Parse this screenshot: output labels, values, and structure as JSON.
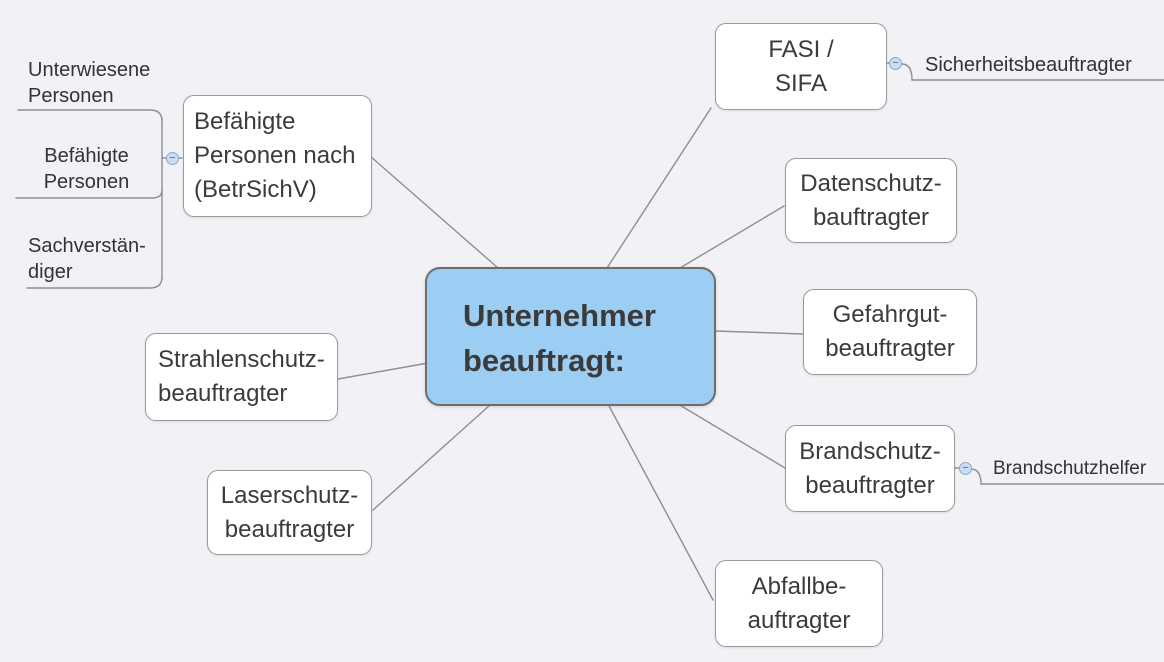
{
  "diagram": {
    "type": "mindmap",
    "center": {
      "lines": [
        "Unternehmer",
        "beauftragt:"
      ]
    },
    "topics": {
      "befaehigte": {
        "lines": [
          "Befähigte",
          "Personen nach",
          "(BetrSichV)"
        ]
      },
      "fasi": {
        "lines": [
          "FASI /",
          "SIFA"
        ]
      },
      "datenschutz": {
        "lines": [
          "Datenschutz-",
          "bauftragter"
        ]
      },
      "gefahrgut": {
        "lines": [
          "Gefahrgut-",
          "beauftragter"
        ]
      },
      "brandschutz": {
        "lines": [
          "Brandschutz-",
          "beauftragter"
        ]
      },
      "abfall": {
        "lines": [
          "Abfallbe-",
          "auftragter"
        ]
      },
      "laserschutz": {
        "lines": [
          "Laserschutz-",
          "beauftragter"
        ]
      },
      "strahlenschutz": {
        "lines": [
          "Strahlenschutz-",
          "beauftragter"
        ]
      }
    },
    "subtopics": {
      "sicherheitsbeauftragter": {
        "label": "Sicherheitsbeauftragter"
      },
      "brandschutzhelfer": {
        "label": "Brandschutzhelfer"
      },
      "unterwiesene": {
        "lines": [
          "Unterwiesene",
          "Personen"
        ]
      },
      "befaehigte_personen": {
        "lines": [
          "Befähigte",
          "Personen"
        ]
      },
      "sachverstaendiger": {
        "lines": [
          "Sachverstän-",
          "diger"
        ]
      }
    },
    "icons": {
      "collapse": "−"
    },
    "colors": {
      "background": "#f1f1f6",
      "center_fill": "#9ccef4",
      "center_border": "#6d6d6d",
      "box_fill": "#ffffff",
      "box_border": "#9a9a9a",
      "connector": "#8f8f8f",
      "toggle_fill": "#c9dcf2",
      "toggle_border": "#8aa9cf",
      "text": "#3b3b3b"
    }
  }
}
